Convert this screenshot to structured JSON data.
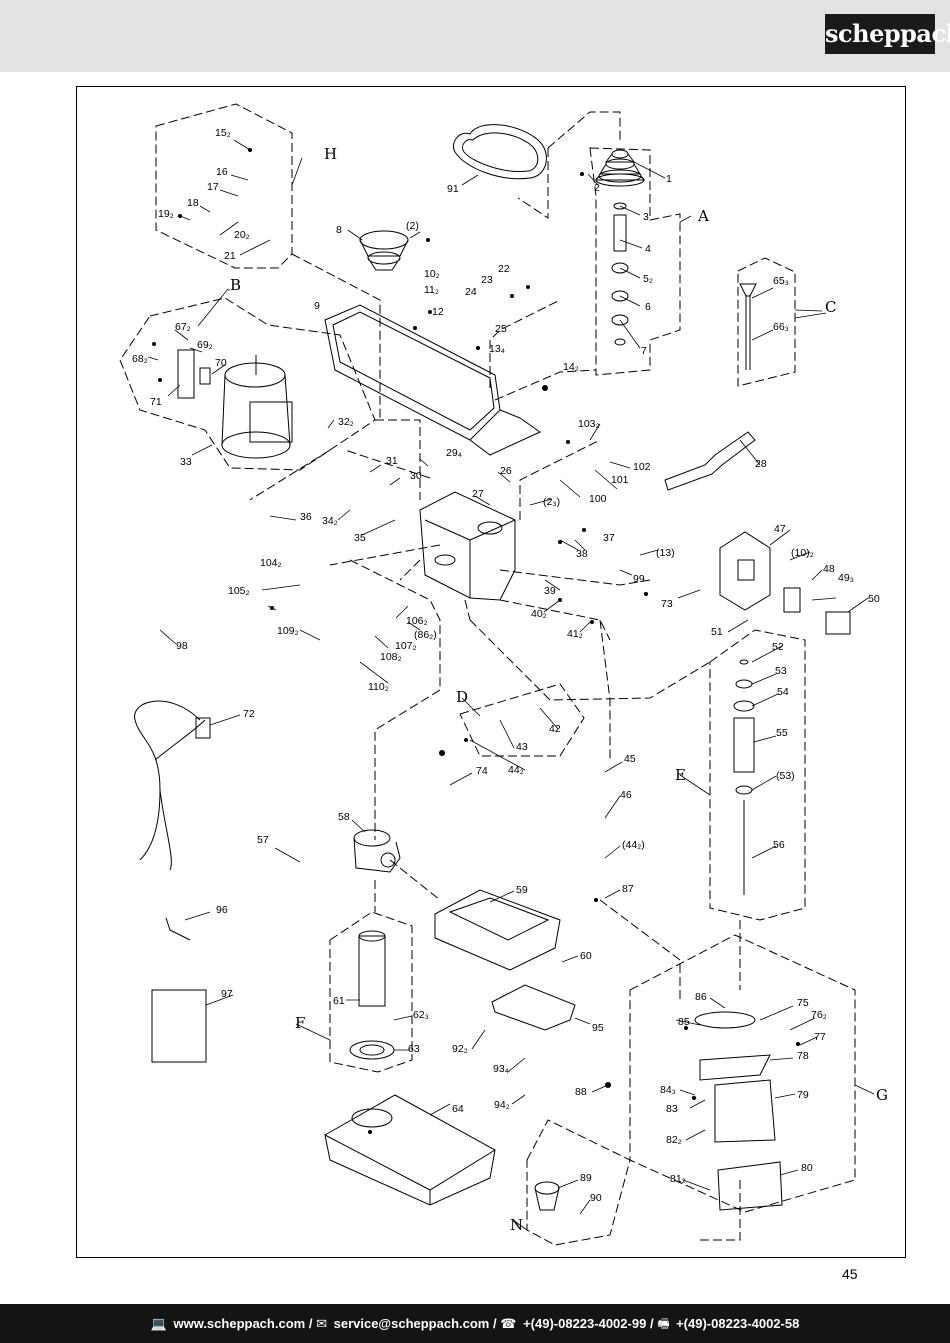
{
  "brand": {
    "logo_text": "scheppach"
  },
  "page": {
    "number": "45"
  },
  "footer": {
    "web": "www.scheppach.com",
    "email": "service@scheppach.com",
    "phone": "+(49)-08223-4002-99",
    "fax": "+(49)-08223-4002-58",
    "sep": "/"
  },
  "groups": [
    "A",
    "B",
    "C",
    "D",
    "E",
    "F",
    "G",
    "H",
    "N"
  ],
  "parts": [
    "1",
    "2",
    "3",
    "4",
    "5₂",
    "6",
    "7",
    "8",
    "(2)",
    "9",
    "10₂",
    "11₂",
    "12",
    "13₄",
    "14₂",
    "15₂",
    "16",
    "17",
    "18",
    "19₂",
    "20₂",
    "21",
    "22",
    "23",
    "24",
    "25",
    "26",
    "27",
    "(2₃)",
    "28",
    "29₄",
    "30",
    "31",
    "32₂",
    "33",
    "34₂",
    "35",
    "36",
    "37",
    "38",
    "(13)",
    "39",
    "40₂",
    "41₂",
    "42",
    "43",
    "44₂",
    "45",
    "46",
    "(44₂)",
    "47",
    "(10)₂",
    "48",
    "49₃",
    "50",
    "51",
    "52",
    "53",
    "54",
    "55",
    "(53)",
    "56",
    "57",
    "58",
    "59",
    "60",
    "61",
    "62₃",
    "63",
    "64",
    "65₃",
    "66₃",
    "67₂",
    "68₂",
    "69₂",
    "70",
    "71",
    "72",
    "73",
    "74",
    "75",
    "76₂",
    "77",
    "78",
    "79",
    "80",
    "81₂",
    "82₂",
    "83",
    "84₃",
    "85",
    "86",
    "87",
    "88",
    "89",
    "90",
    "91",
    "92₂",
    "93₄",
    "94₂",
    "95",
    "96",
    "97",
    "98",
    "99",
    "100",
    "101",
    "102",
    "103₂",
    "104₂",
    "105₂",
    "106₂",
    "(86₂)",
    "107₂",
    "108₂",
    "109₂",
    "110₂"
  ]
}
